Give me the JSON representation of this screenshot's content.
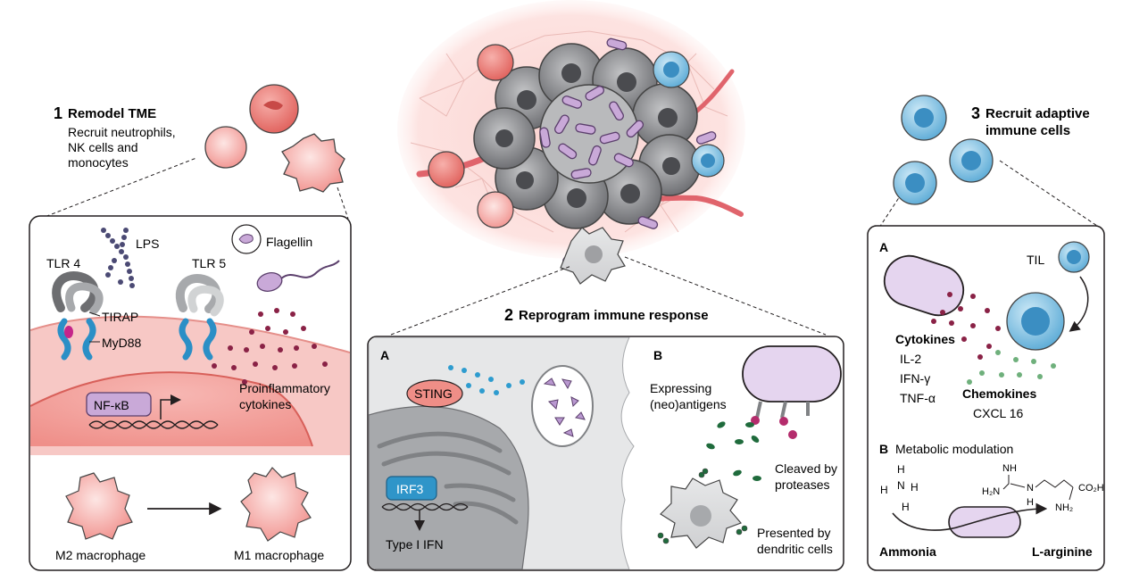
{
  "panel1": {
    "number": "1",
    "title": "Remodel TME",
    "subtitle_lines": [
      "Recruit neutrophils,",
      "NK cells and",
      "monocytes"
    ],
    "labels": {
      "lps": "LPS",
      "tlr4": "TLR 4",
      "tlr5": "TLR 5",
      "flagellin": "Flagellin",
      "tirap": "TIRAP",
      "myd88": "MyD88",
      "nfkb": "NF-κB",
      "proinflammatory": "Proinflammatory",
      "cytokines": "cytokines",
      "m2": "M2 macrophage",
      "m1": "M1 macrophage"
    }
  },
  "panel2": {
    "number": "2",
    "title": "Reprogram immune response",
    "section_a": "A",
    "section_b": "B",
    "labels": {
      "sting": "STING",
      "irf3": "IRF3",
      "type1ifn": "Type I IFN",
      "expressing": "Expressing",
      "neoantigens": "(neo)antigens",
      "cleaved_by": "Cleaved by",
      "proteases": "proteases",
      "presented_by": "Presented by",
      "dendritic": "dendritic cells"
    }
  },
  "panel3": {
    "number": "3",
    "title_lines": [
      "Recruit adaptive",
      "immune cells"
    ],
    "section_a": "A",
    "section_b": "B",
    "labels": {
      "til": "TIL",
      "cytokines": "Cytokines",
      "il2": "IL-2",
      "ifng": "IFN-γ",
      "tnfa": "TNF-α",
      "chemokines": "Chemokines",
      "cxcl16": "CXCL 16",
      "metabolic": "Metabolic modulation",
      "ammonia": "Ammonia",
      "larginine": "L-arginine",
      "nh": "NH",
      "h2n": "H₂N",
      "co2h": "CO₂H",
      "nh2": "NH₂",
      "h": "H",
      "n": "N"
    }
  },
  "colors": {
    "bacteria": "#c9a9d8",
    "bacteria_stroke": "#5b3f6c",
    "red_cell": "#ea7773",
    "pink_cell": "#f3a3a0",
    "blue_cell": "#6fb8dd",
    "receptor_blue": "#2b8fc6",
    "tumor_gray": "#7b7c80",
    "cytokine_dot": "#8a2246",
    "chemokine_dot": "#6fb07c",
    "sting_fill": "#ef8e87",
    "irf3_fill": "#2f95c9"
  }
}
